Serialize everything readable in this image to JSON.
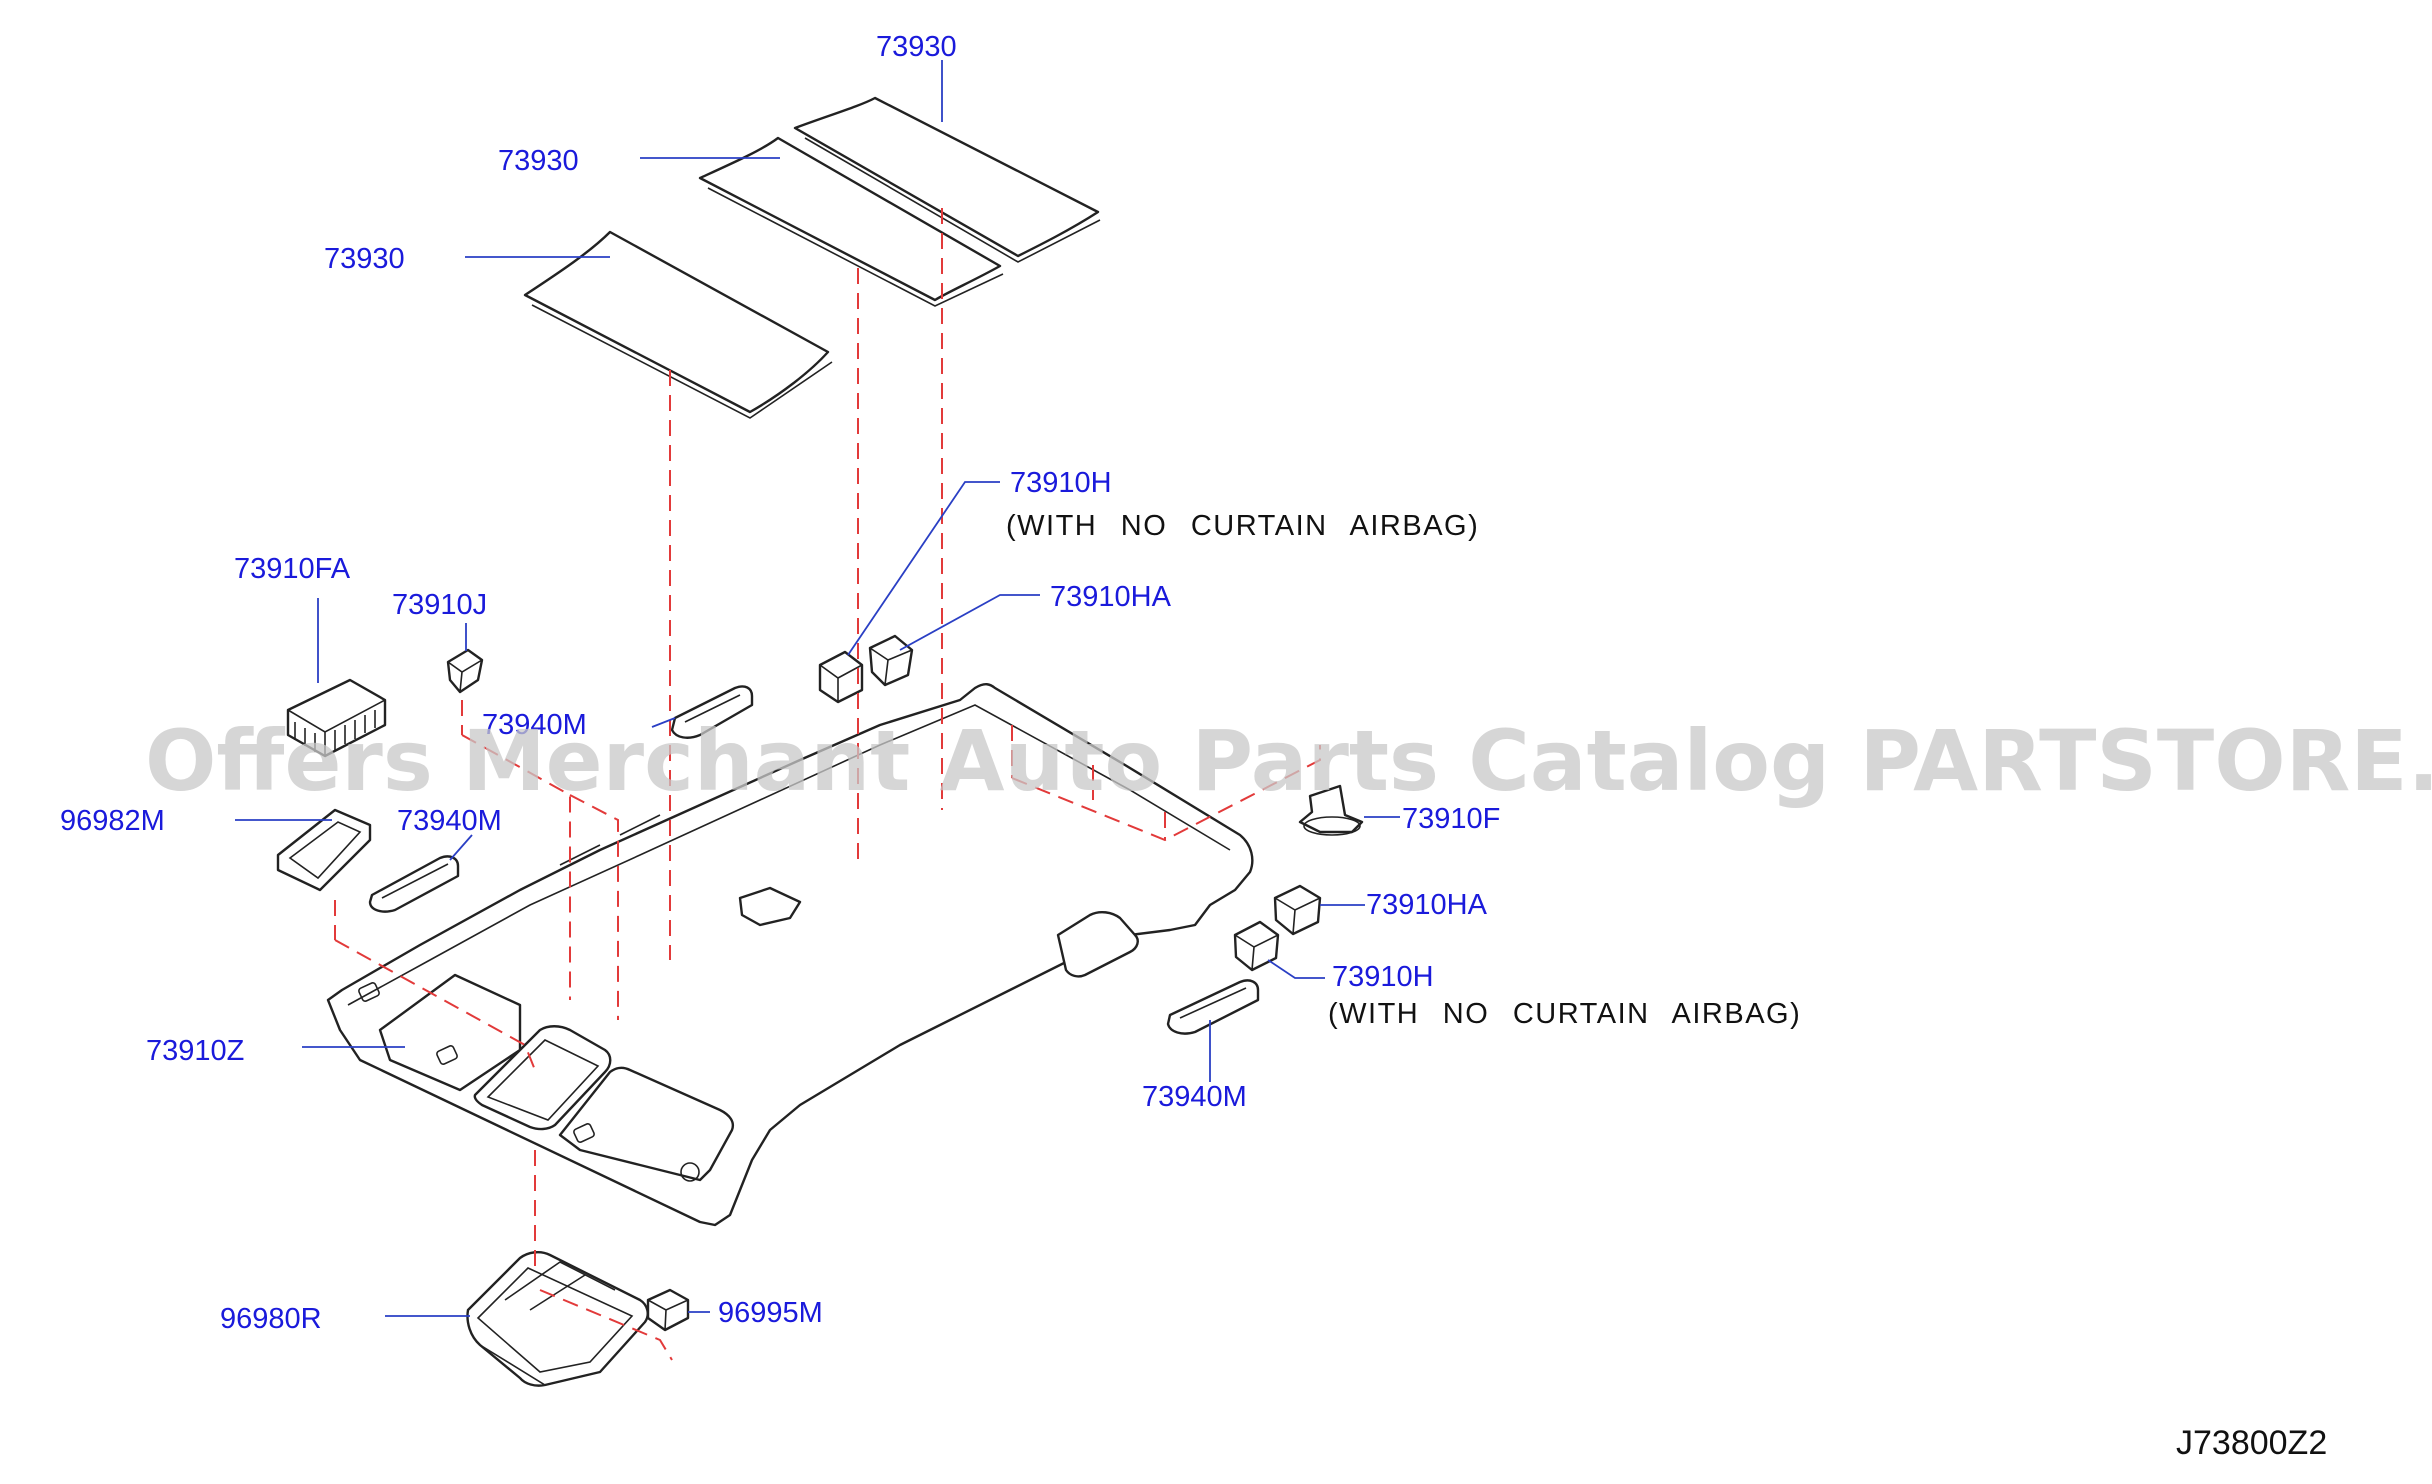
{
  "watermark": "Offers Merchant Auto Parts Catalog PARTSTORE.SA",
  "diagram_code": "J73800Z2",
  "colors": {
    "label": "#1a1adb",
    "leader": "#2a3fc4",
    "dashed_guide": "#e23a3a",
    "outline": "#222222",
    "watermark": "#c9c9c9"
  },
  "labels": {
    "roof_pad_top": "73930",
    "roof_pad_mid": "73930",
    "roof_pad_low": "73930",
    "clip_73910h_upper": "73910H",
    "note_upper": "(WITH  NO  CURTAIN  AIRBAG)",
    "clip_73910ha_upper": "73910HA",
    "pad_73910fa": "73910FA",
    "clip_73910j": "73910J",
    "grip_73940m_upper": "73940M",
    "lamp_96982m": "96982M",
    "grip_73940m_left": "73940M",
    "clip_73910f": "73910F",
    "clip_73910ha_lower": "73910HA",
    "clip_73910h_lower": "73910H",
    "note_lower": "(WITH  NO  CURTAIN  AIRBAG)",
    "headlining_73910z": "73910Z",
    "grip_73940m_lower": "73940M",
    "console_96980r": "96980R",
    "switch_96995m": "96995M"
  }
}
